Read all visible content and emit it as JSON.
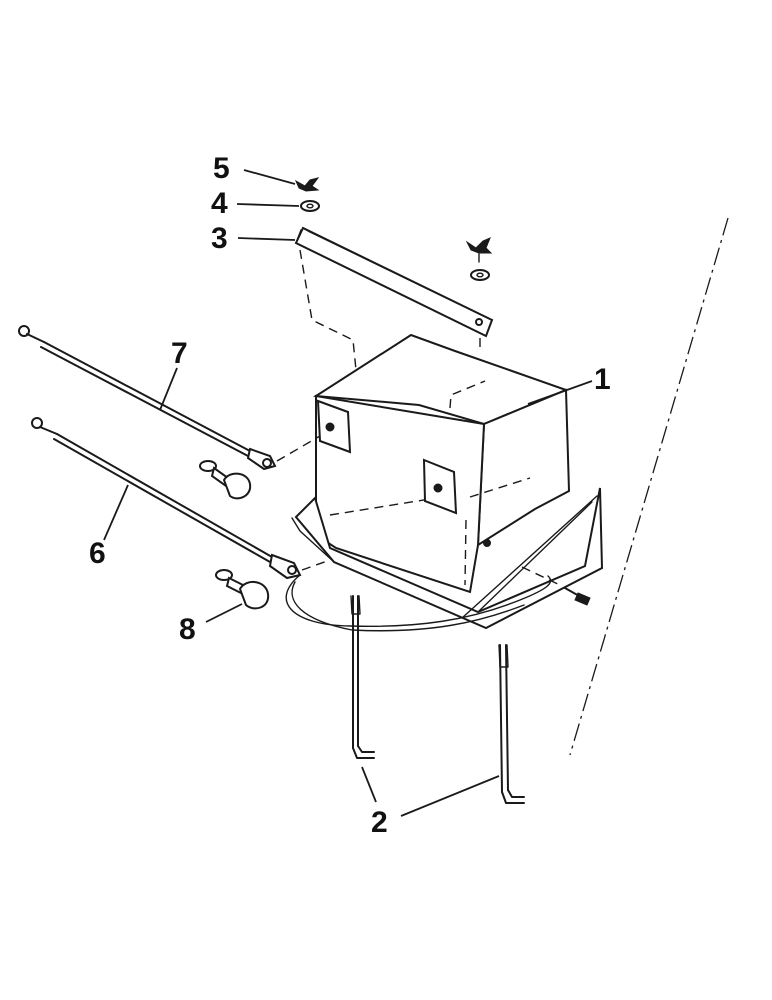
{
  "callouts": {
    "c1": "1",
    "c2": "2",
    "c3": "3",
    "c4": "4",
    "c5": "5",
    "c6": "6",
    "c7": "7",
    "c8": "8"
  },
  "parts": [
    "battery-box",
    "hold-down-rod",
    "hold-down-bar",
    "washer",
    "wing-nut",
    "cable-short",
    "cable-long",
    "terminal-boot"
  ]
}
